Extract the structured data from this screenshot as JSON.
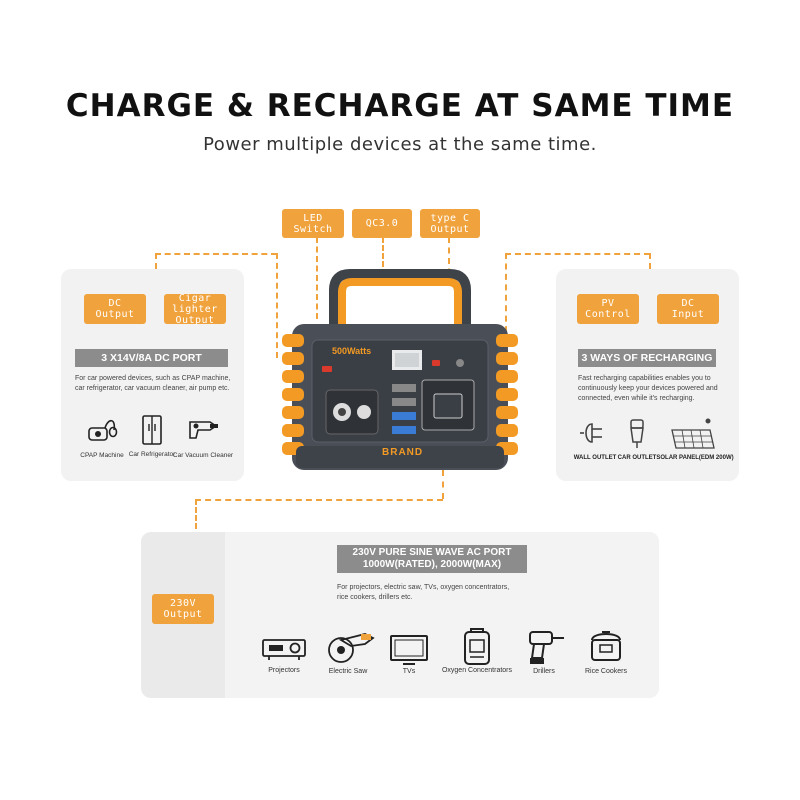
{
  "header": {
    "title": "CHARGE & RECHARGE AT SAME TIME",
    "subtitle": "Power multiple devices at the same time."
  },
  "top_tags": {
    "led": "LED\nSwitch",
    "qc": "QC3.0",
    "typec": "type C\nOutput"
  },
  "left_panel": {
    "tag_dc": "DC\nOutput",
    "tag_cig": "Cigar lighter\nOutput",
    "bar": "3 X14V/8A DC PORT",
    "desc": "For car powered devices, such as CPAP machine, car refrigerator, car vacuum cleaner, air pump etc.",
    "icons": [
      {
        "icon": "cpap-machine-icon",
        "label": "CPAP Machine"
      },
      {
        "icon": "car-refrigerator-icon",
        "label": "Car Refrigerator"
      },
      {
        "icon": "car-vacuum-cleaner-icon",
        "label": "Car Vacuum Cleaner"
      }
    ]
  },
  "right_panel": {
    "tag_pv": "PV\nControl",
    "tag_dc": "DC\nInput",
    "bar": "3 WAYS OF RECHARGING",
    "desc": "Fast recharging capabilities enables you to continuously keep your devices powered and connected, even while it's recharging.",
    "icons": [
      {
        "icon": "wall-outlet-icon",
        "label": "WALL OUTLET"
      },
      {
        "icon": "car-outlet-icon",
        "label": "CAR OUTLET"
      },
      {
        "icon": "solar-panel-icon",
        "label": "SOLAR PANEL(EDM 200W)"
      }
    ]
  },
  "bottom_panel": {
    "tag": "230V\nOutput",
    "bar_line1": "230V PURE SINE WAVE AC PORT",
    "bar_line2": "1000W(RATED), 2000W(MAX)",
    "desc": "For projectors, electric saw, TVs, oxygen concentrators, rice cookers, drillers etc.",
    "icons": [
      {
        "icon": "projector-icon",
        "label": "Projectors"
      },
      {
        "icon": "electric-saw-icon",
        "label": "Electric Saw"
      },
      {
        "icon": "tv-icon",
        "label": "TVs"
      },
      {
        "icon": "oxygen-concentrator-icon",
        "label": "Oxygen Concentrators"
      },
      {
        "icon": "driller-icon",
        "label": "Drillers"
      },
      {
        "icon": "rice-cooker-icon",
        "label": "Rice Cookers"
      }
    ]
  },
  "device": {
    "wattage": "500Watts",
    "brand": "BRAND"
  },
  "colors": {
    "accent": "#f0a23c",
    "bar_gray": "#8c8c8c",
    "panel_bg": "#f2f2f2",
    "device_body": "#4a4f57"
  }
}
